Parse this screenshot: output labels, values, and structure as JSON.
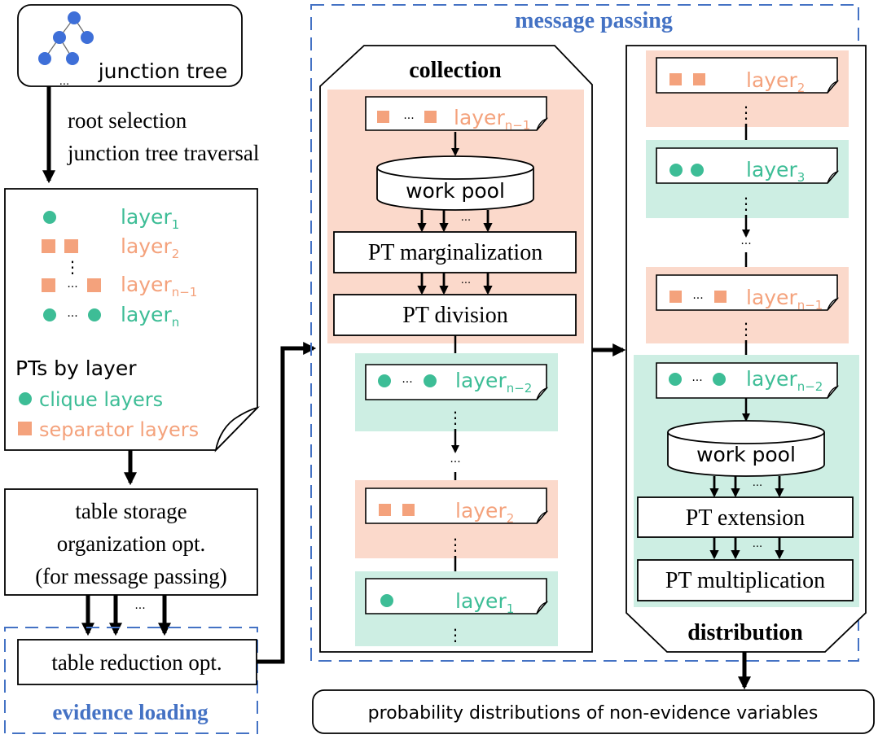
{
  "junction_tree": {
    "label": "junction tree",
    "ellipsis": "..."
  },
  "steps": {
    "root_selection": "root selection",
    "traversal": "junction tree traversal"
  },
  "pt_doc": {
    "layer": "layer",
    "sub1": "1",
    "sub2": "2",
    "subn1": "n−1",
    "subn": "n",
    "vdots": "⋮",
    "hdots": "···",
    "title": "PTs by layer",
    "clique": "clique layers",
    "separator": "separator layers"
  },
  "storage": {
    "line1": "table storage",
    "line2": "organization opt.",
    "line3": "(for message passing)",
    "hdots": "···"
  },
  "evidence": {
    "box": "table reduction opt.",
    "title": "evidence loading"
  },
  "message_passing": {
    "title": "message passing"
  },
  "collection": {
    "title": "collection",
    "work_pool": "work pool",
    "marginalization": "PT marginalization",
    "division": "PT division",
    "layer": "layer",
    "sub_n1": "n−1",
    "sub_n2": "n−2",
    "sub_2": "2",
    "sub_1": "1",
    "hdots": "···",
    "vdots": "⋮"
  },
  "distribution": {
    "title": "distribution",
    "work_pool": "work pool",
    "extension": "PT extension",
    "multiplication": "PT multiplication",
    "layer": "layer",
    "sub_2": "2",
    "sub_3": "3",
    "sub_n1": "n−1",
    "sub_n2": "n−2",
    "hdots": "···",
    "vdots": "⋮"
  },
  "output": {
    "label": "probability distributions of non-evidence variables"
  },
  "colors": {
    "clique": "#3dbd96",
    "separator": "#f4a27c",
    "clique_bg": "#cdeee3",
    "separator_bg": "#fbd9cb",
    "accent": "#4472c4",
    "tree_node": "#3e6fd8"
  }
}
